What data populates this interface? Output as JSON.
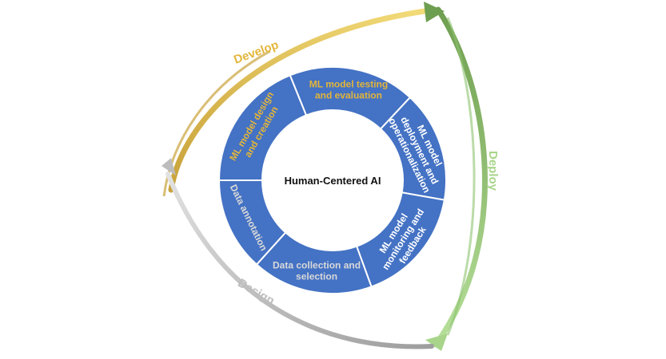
{
  "center": {
    "title": "Human-Centered AI"
  },
  "segments": [
    {
      "name": "design",
      "lines": [
        "ML model design",
        "and creation"
      ],
      "color_key": "develop"
    },
    {
      "name": "testing",
      "lines": [
        "ML model testing",
        "and evaluation"
      ],
      "color_key": "develop"
    },
    {
      "name": "deployment",
      "lines": [
        "ML model",
        "deployment and",
        "operationalization"
      ],
      "color_key": "deploy"
    },
    {
      "name": "monitoring",
      "lines": [
        "ML model",
        "monitoring and",
        "feedback"
      ],
      "color_key": "deploy"
    },
    {
      "name": "collection",
      "lines": [
        "Data collection and",
        "selection"
      ],
      "color_key": "design"
    },
    {
      "name": "annotation",
      "lines": [
        "Data annotation"
      ],
      "color_key": "design"
    }
  ],
  "phases": {
    "develop": {
      "label": "Develop",
      "color": "#E3B53A",
      "arrow": "#D4AD3B"
    },
    "deploy": {
      "label": "Deploy",
      "color": "#A8D58A",
      "arrow": "#8DC36F"
    },
    "design": {
      "label": "Design",
      "color": "#BDBDBD",
      "arrow": "#B2B2B2"
    }
  },
  "colors": {
    "ring": "#4472C4",
    "divider": "#FFFFFF",
    "design_text": "#D9D9D9"
  }
}
